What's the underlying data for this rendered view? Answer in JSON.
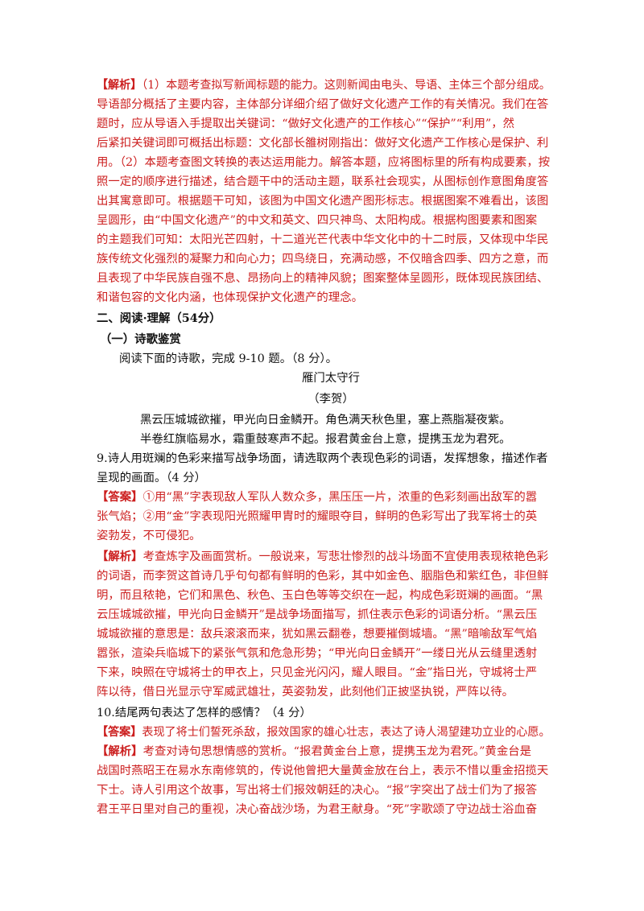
{
  "tags": {
    "analysis": "【解析】",
    "answer": "【答案】"
  },
  "block1": [
    "（1）本题考查拟写新闻标题的能力。这则新闻由电头、导语、主体三个部分组成。",
    "导语部分概括了主要内容，主体部分详细介绍了做好文化遗产工作的有关情况。我们在答",
    "题时，应从导语入手提取出关键词：“做好文化遗产的工作核心”“保护”“利用”，然",
    "后紧扣关键词即可概括出标题：文化部长雒树刚指出：做好文化遗产工作核心是保护、利",
    "用。（2）本题考查图文转换的表达运用能力。解答本题，应将图标里的所有构成要素，按",
    "照一定的顺序进行描述，结合题干中的活动主题，联系社会现实，从图标创作意图角度答",
    "出其寓意即可。根据题干可知，该图为中国文化遗产图形标志。根据图案不难看出，该图",
    "呈圆形，由“中国文化遗产”的中文和英文、四只神鸟、太阳构成。根据构图要素和图案",
    "的主题我们可知：太阳光芒四射，十二道光芒代表中华文化中的十二时辰，又体现中华民",
    "族传统文化强烈的凝聚力和向心力；四鸟绕日，充满动感，不仅暗含四季、四方之意，而",
    "且表现了中华民族自强不息、昂扬向上的精神风貌；图案整体呈圆形，既体现民族团结、",
    "和谐包容的文化内涵，也体现保护文化遗产的理念。"
  ],
  "section2": "二、阅读·理解（54分）",
  "section2_sub": "（一）诗歌鉴赏",
  "instruction": "阅读下面的诗歌，完成 9-10 题。（8 分）。",
  "poem": {
    "title": "雁门太守行",
    "author": "（李贺）",
    "line1": "黑云压城城欲摧，甲光向日金鳞开。角色满天秋色里，塞上燕脂凝夜紫。",
    "line2": "半卷红旗临易水，霜重鼓寒声不起。报君黄金台上意，提携玉龙为君死。"
  },
  "q9": [
    "9.诗人用斑斓的色彩来描写战争场面，请选取两个表现色彩的词语，发挥想象，描述作者",
    "呈现的画面。（4 分）"
  ],
  "q9_answer": [
    "①用“黑”字表现敌人军队人数众多，黑压压一片，浓重的色彩刻画出敌军的嚣",
    "张气焰；②用“金”字表现阳光照耀甲胄时的耀眼夺目，鲜明的色彩写出了我军将士的英",
    "姿勃发，不可侵犯。"
  ],
  "q9_analysis": [
    "考查炼字及画面赏析。一般说来，写悲壮惨烈的战斗场面不宜使用表现秾艳色彩",
    "的词语，而李贺这首诗几乎句句都有鲜明的色彩，其中如金色、胭脂色和紫红色，非但鲜",
    "明，而且秾艳，它们和黑色、秋色、玉白色等等交织在一起，构成色彩斑斓的画面。“黑",
    "云压城城欲摧，甲光向日金鳞开”是战争场面描写，抓住表示色彩的词语分析。“黑云压",
    "城城欲摧的意思是：敌兵滚滚而来，犹如黑云翻卷，想要摧倒城墙。“黑”暗喻敌军气焰",
    "嚣张，渲染兵临城下的紧张气氛和危急形势；“甲光向日金鳞开”一缕日光从云缝里透射",
    "下来，映照在守城将士的甲衣上，只见金光闪闪，耀人眼目。“金”指日光，守城将士严",
    "阵以待，借日光显示守军威武雄壮，英姿勃发，此刻他们正披坚执锐，严阵以待。"
  ],
  "q10": "10.结尾两句表达了怎样的感情？（4 分）",
  "q10_answer": "表现了将士们誓死杀敌，报效国家的雄心壮志，表达了诗人渴望建功立业的心愿。",
  "q10_analysis": [
    "考查对诗句思想情感的赏析。“报君黄金台上意，提携玉龙为君死。”黄金台是",
    "战国时燕昭王在易水东南修筑的，传说他曾把大量黄金放在台上，表示不惜以重金招揽天",
    "下士。诗人引用这个故事，写出将士们报效朝廷的决心。“报”字突出了战士们为了报答",
    "君王平日里对自己的重视，决心奋战沙场，为君王献身。“死”字歌颂了守边战士浴血奋"
  ],
  "colors": {
    "red": "#cc1f1f",
    "black": "#111111"
  }
}
